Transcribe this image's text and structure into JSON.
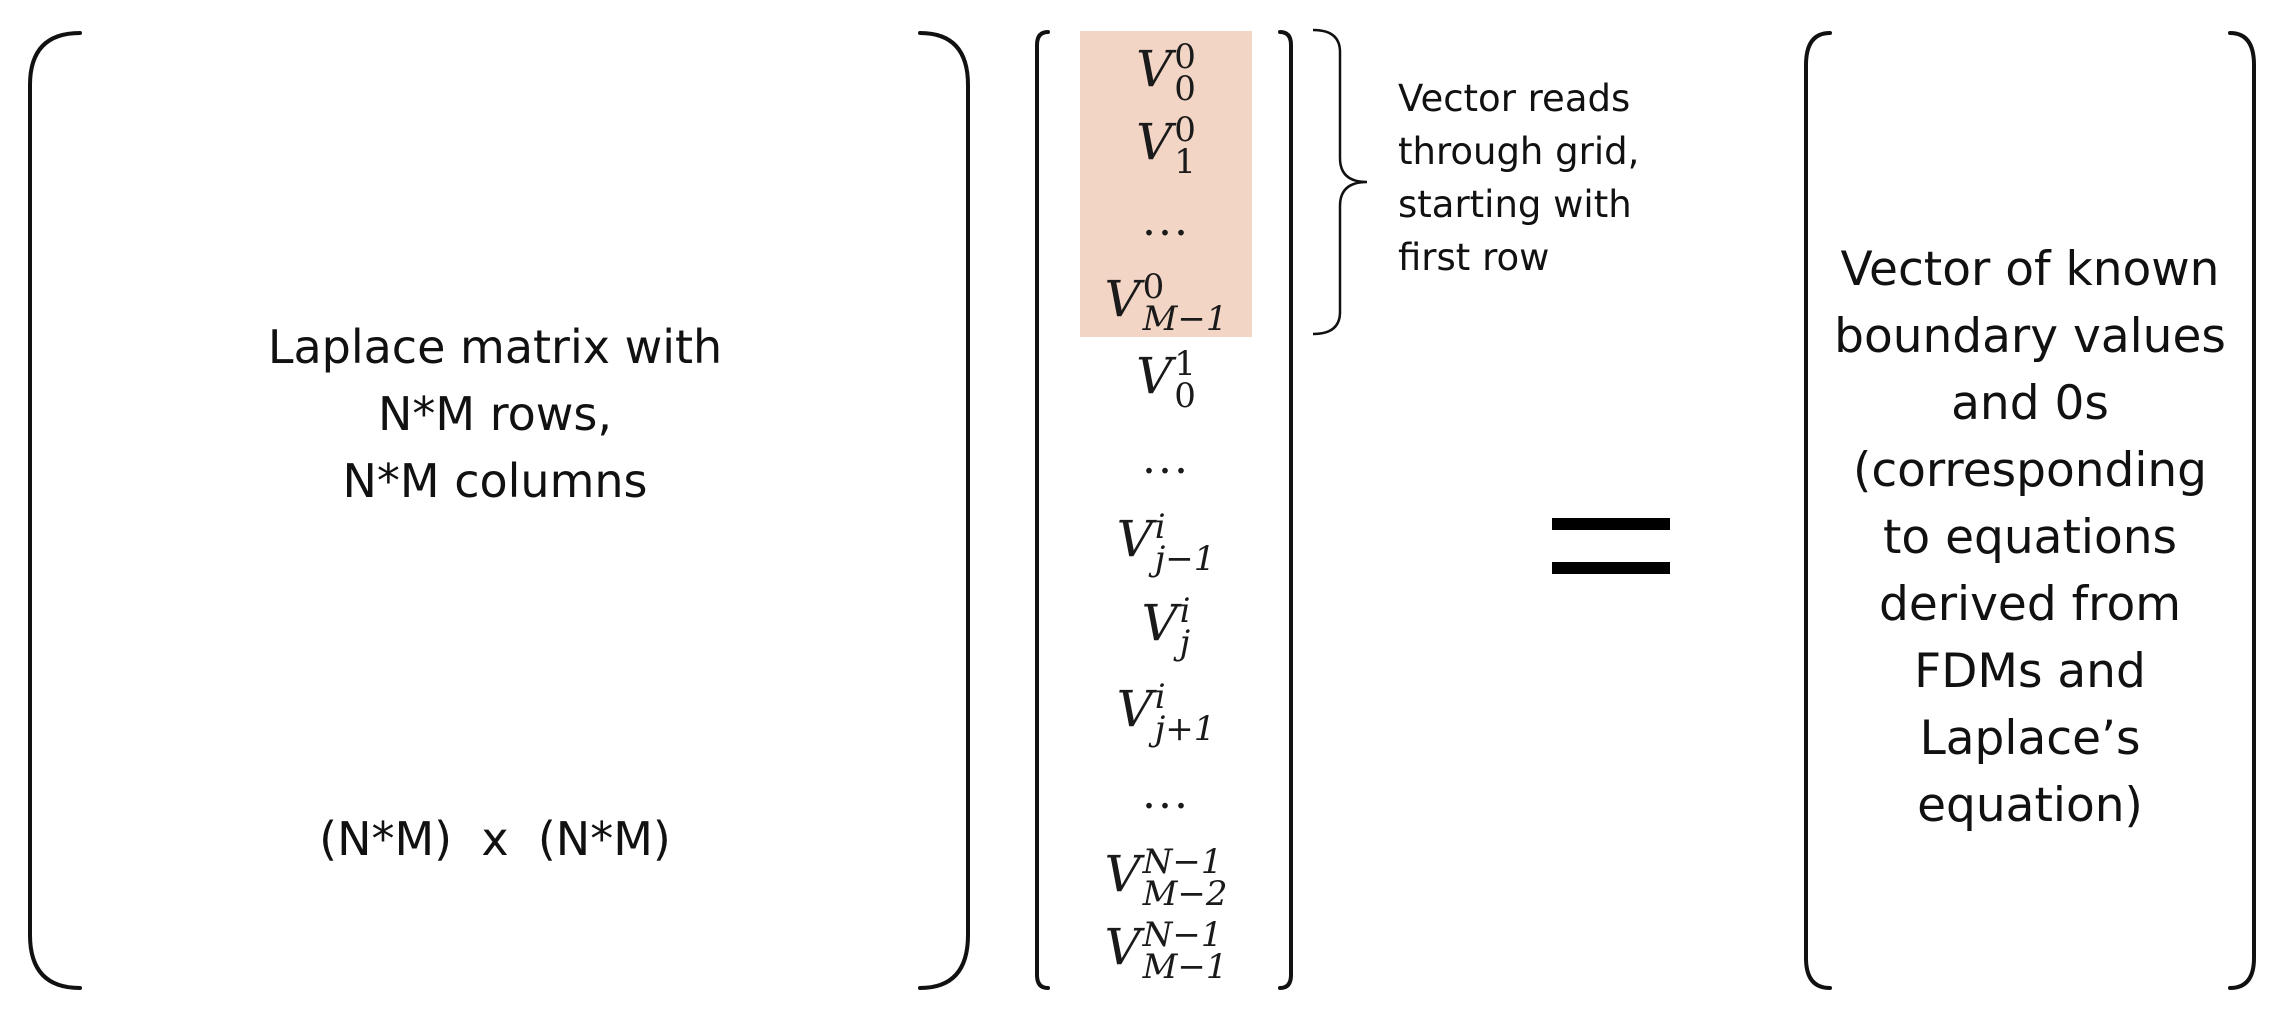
{
  "matrix": {
    "description_lines": [
      "Laplace matrix with",
      "N*M rows,",
      "N*M columns"
    ],
    "dimension": "(N*M)  x  (N*M)"
  },
  "unknowns_vector": {
    "entries": [
      {
        "base": "V",
        "sup": "0",
        "sub": "0"
      },
      {
        "base": "V",
        "sup": "0",
        "sub": "1"
      },
      {
        "dots": "..."
      },
      {
        "base": "V",
        "sup": "0",
        "sub": "M−1"
      },
      {
        "base": "V",
        "sup": "1",
        "sub": "0"
      },
      {
        "dots": "..."
      },
      {
        "base": "V",
        "sup": "i",
        "sub": "j−1"
      },
      {
        "base": "V",
        "sup": "i",
        "sub": "j"
      },
      {
        "base": "V",
        "sup": "i",
        "sub": "j+1"
      },
      {
        "dots": "..."
      },
      {
        "base": "V",
        "sup": "N−1",
        "sub": "M−2"
      },
      {
        "base": "V",
        "sup": "N−1",
        "sub": "M−1"
      }
    ],
    "highlight_color": "#f3d5c6"
  },
  "annotation": {
    "lines": [
      "Vector reads",
      "through grid,",
      "starting with",
      "first row"
    ]
  },
  "equals_sign": "=",
  "rhs_vector": {
    "description_lines": [
      "Vector of known",
      "boundary values",
      "and 0s",
      "(corresponding",
      "to equations",
      "derived from",
      "FDMs and",
      "Laplace’s",
      "equation)"
    ]
  }
}
